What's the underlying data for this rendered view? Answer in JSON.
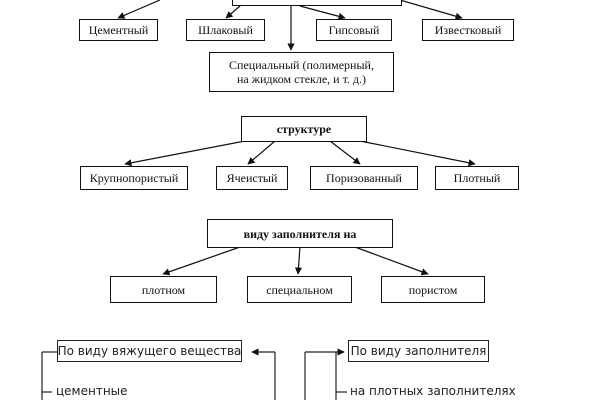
{
  "binder": {
    "items": [
      "Цементный",
      "Шлаковый",
      "Гипсовый",
      "Известковый"
    ],
    "special": [
      "Специальный (полимерный,",
      "на жидком стекле, и т. д.)"
    ]
  },
  "structure": {
    "title": "структуре",
    "items": [
      "Крупнопористый",
      "Ячеистый",
      "Поризованный",
      "Плотный"
    ]
  },
  "aggregate": {
    "title": "виду заполнителя на",
    "items": [
      "плотном",
      "специальном",
      "пористом"
    ]
  },
  "lower": {
    "left_title": "По виду вяжущего вещества",
    "left_item": "цементные",
    "right_title": "По виду заполнителя",
    "right_item": "на плотных заполнителях"
  }
}
